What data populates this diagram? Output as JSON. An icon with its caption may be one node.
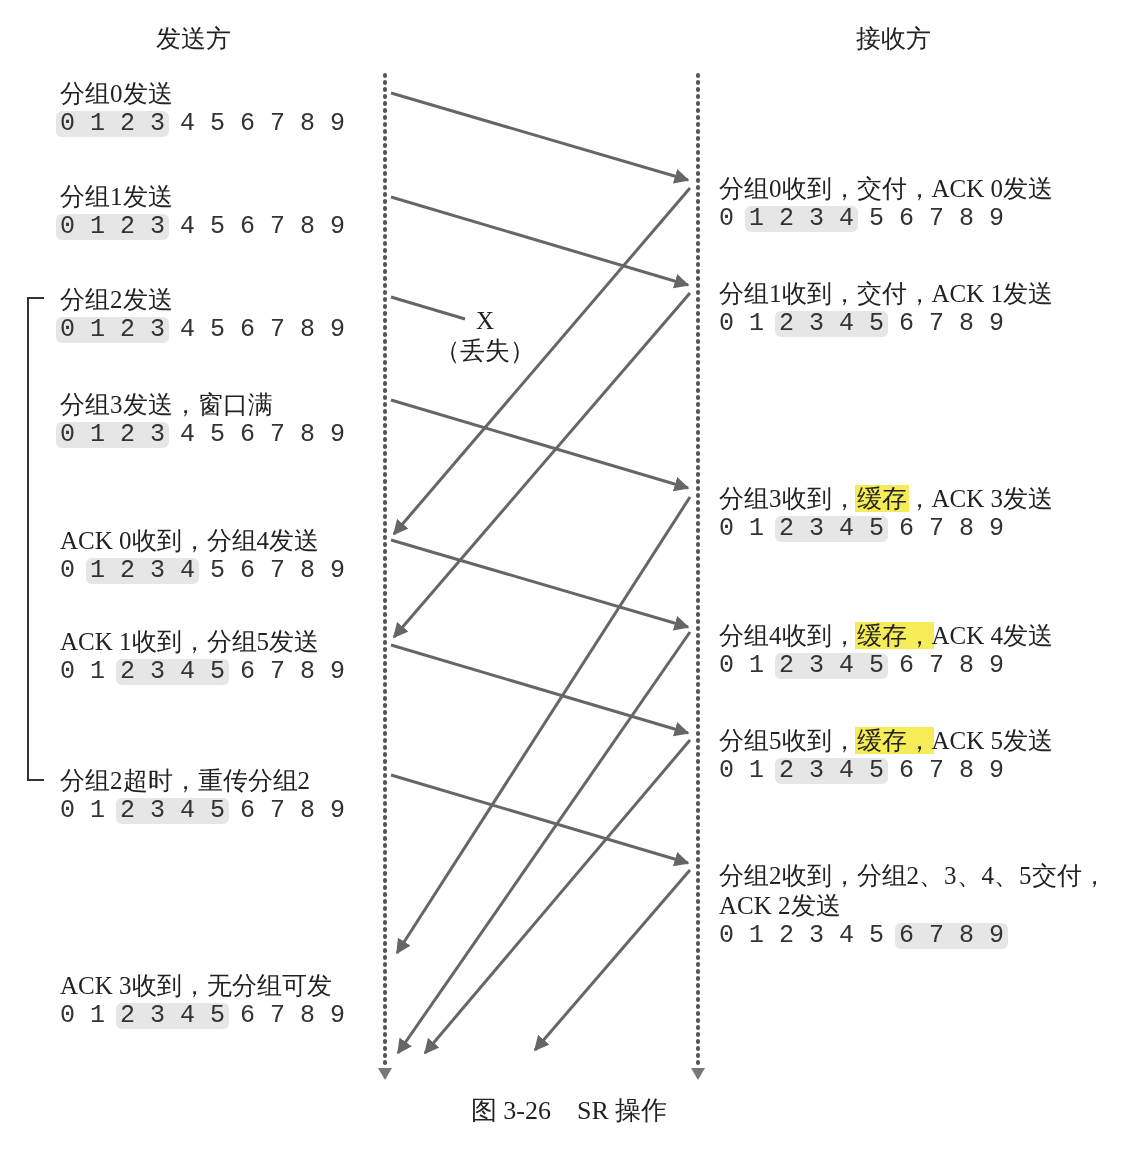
{
  "diagram": {
    "caption": "图 3-26　SR 操作",
    "nodes": [
      {
        "text": [
          "分组0发送",
          "0 1 2 3 4 5 6 7 8 9"
        ]
      },
      {
        "text": [
          "分组0收到，交付，ACK 0发送",
          "0 1 2 3 4 5 6 7 8 9"
        ]
      },
      {
        "text": [
          "分组1发送",
          "0 1 2 3 4 5 6 7 8 9"
        ]
      },
      {
        "text": [
          "分组1收到，交付，ACK 1发送",
          "0 1 2 3 4 5 6 7 8 9"
        ]
      },
      {
        "text": [
          "分组2发送",
          "0 1 2 3 4 5 6 7 8 9"
        ]
      },
      {
        "text": [
          "X",
          "（丢失）"
        ]
      },
      {
        "text": [
          "分组3发送，窗口满",
          "0 1 2 3 4 5 6 7 8 9"
        ]
      },
      {
        "text": [
          "分组3收到，缓存，ACK 3发送",
          "0 1 2 3 4 5 6 7 8 9"
        ]
      },
      {
        "text": [
          "ACK 0收到，分组4发送",
          "0 1 2 3 4 5 6 7 8 9"
        ]
      },
      {
        "text": [
          "分组4收到，缓存，ACK 4发送",
          "0 1 2 3 4 5 6 7 8 9"
        ]
      },
      {
        "text": [
          "ACK 1收到，分组5发送",
          "0 1 2 3 4 5 6 7 8 9"
        ]
      },
      {
        "text": [
          "分组5收到，缓存，ACK 5发送",
          "0 1 2 3 4 5 6 7 8 9"
        ]
      },
      {
        "text": [
          "分组2超时，重传分组2",
          "0 1 2 3 4 5 6 7 8 9"
        ]
      },
      {
        "text": [
          "分组2收到，分组2、3、4、5交付，ACK 2发送",
          "0 1 2 3 4 5 6 7 8 9"
        ]
      },
      {
        "text": [
          "ACK 3收到，无分组可发",
          "0 1 2 3 4 5 6 7 8 9"
        ]
      }
    ],
    "edges": [
      {
        "from": 0,
        "to": 1,
        "arrow": "to"
      },
      {
        "from": 2,
        "to": 3,
        "arrow": "to"
      },
      {
        "from": 4,
        "to": 5,
        "arrow": "none"
      },
      {
        "from": 1,
        "to": 8,
        "arrow": "to"
      },
      {
        "from": 6,
        "to": 7,
        "arrow": "to"
      },
      {
        "from": 3,
        "to": 10,
        "arrow": "to"
      },
      {
        "from": 8,
        "to": 9,
        "arrow": "to"
      },
      {
        "from": 7,
        "to": 14,
        "arrow": "to"
      },
      {
        "from": 10,
        "to": 11,
        "arrow": "to"
      },
      {
        "from": 12,
        "to": 13,
        "arrow": "to"
      },
      {
        "from": 9,
        "to": null,
        "arrow": "to"
      },
      {
        "from": 11,
        "to": null,
        "arrow": "to"
      },
      {
        "from": 13,
        "to": null,
        "arrow": "to"
      }
    ],
    "labels": [
      "发送方",
      "接收方"
    ]
  }
}
